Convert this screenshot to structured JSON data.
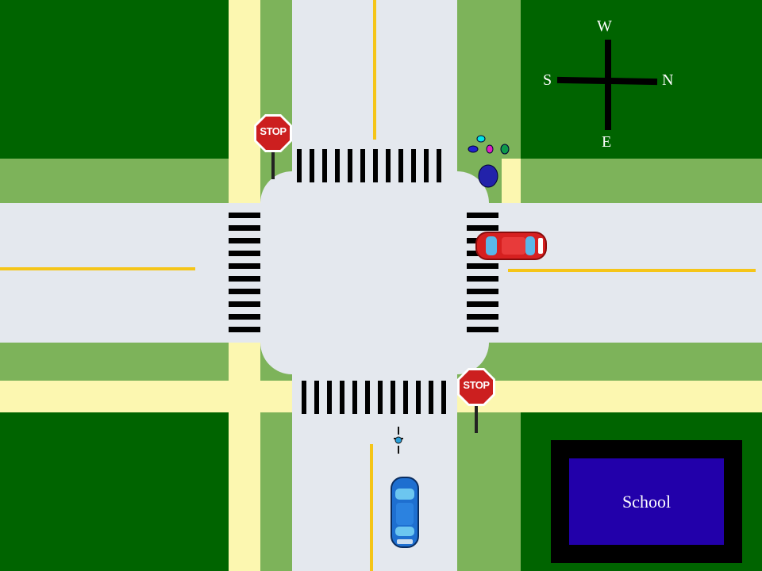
{
  "compass": {
    "top": "W",
    "left": "S",
    "right": "N",
    "bottom": "E"
  },
  "signs": {
    "stop_label": "STOP"
  },
  "building": {
    "label": "School"
  },
  "colors": {
    "grass": "#006400",
    "verge": "#7db35a",
    "sidewalk": "#fcf7b0",
    "road": "#e4e8ee",
    "center_line": "#f5c518",
    "stop_sign": "#cc1f1f",
    "school_fill": "#2200aa",
    "car_red": "#d62020",
    "car_blue": "#1e6fd0"
  }
}
